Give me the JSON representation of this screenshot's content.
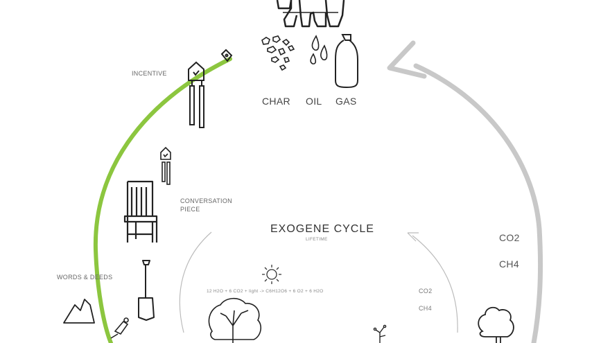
{
  "products": {
    "char": "CHAR",
    "oil": "OIL",
    "gas": "GAS"
  },
  "labels": {
    "incentive": "INCENTIVE",
    "conversation_line1": "CONVERSATION",
    "conversation_line2": "PIECE",
    "words_deeds": "WORDS & DEEDS"
  },
  "outer_gases": {
    "co2": "CO2",
    "ch4": "CH4"
  },
  "inner": {
    "title": "EXOGENE CYCLE",
    "subtitle": "LIFETIME",
    "equation": "12 H2O + 6 CO2 + light -> C6H12O6 + 6 O2 + 6 H2O",
    "co2": "CO2",
    "ch4": "CH4"
  },
  "colors": {
    "green_arc": "#8cc63f",
    "gray_arc": "#c8c8c8",
    "sketch": "#222222"
  }
}
